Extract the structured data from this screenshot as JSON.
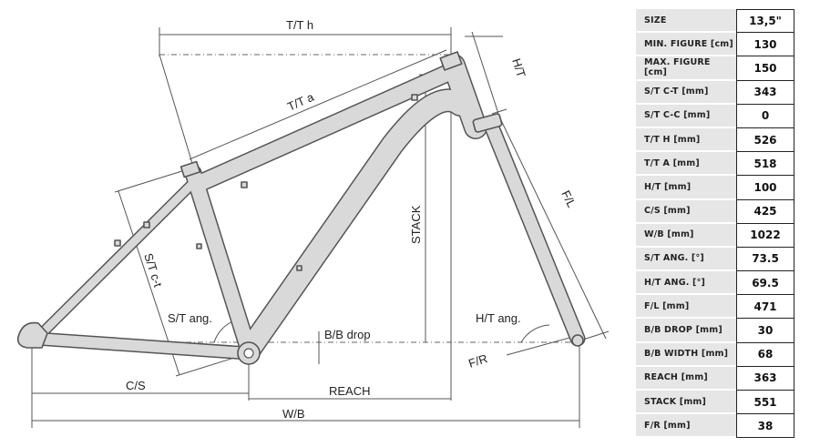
{
  "diagram": {
    "labels": {
      "tt_h": "T/T h",
      "tt_a": "T/T a",
      "ht": "H/T",
      "fl": "F/L",
      "stack": "STACK",
      "st_ct": "S/T c-t",
      "st_ang": "S/T ang.",
      "bb_drop": "B/B drop",
      "ht_ang": "H/T ang.",
      "fr": "F/R",
      "cs": "C/S",
      "reach": "REACH",
      "wb": "W/B"
    }
  },
  "geometry_table": {
    "rows": [
      {
        "label": "SIZE",
        "value": "13,5\""
      },
      {
        "label": "MIN. FIGURE [cm]",
        "value": "130"
      },
      {
        "label": "MAX. FIGURE [cm]",
        "value": "150"
      },
      {
        "label": "S/T C-T [mm]",
        "value": "343"
      },
      {
        "label": "S/T C-C [mm]",
        "value": "0"
      },
      {
        "label": "T/T H [mm]",
        "value": "526"
      },
      {
        "label": "T/T A [mm]",
        "value": "518"
      },
      {
        "label": "H/T [mm]",
        "value": "100"
      },
      {
        "label": "C/S [mm]",
        "value": "425"
      },
      {
        "label": "W/B [mm]",
        "value": "1022"
      },
      {
        "label": "S/T ANG. [°]",
        "value": "73.5"
      },
      {
        "label": "H/T ANG. [°]",
        "value": "69.5"
      },
      {
        "label": "F/L [mm]",
        "value": "471"
      },
      {
        "label": "B/B DROP [mm]",
        "value": "30"
      },
      {
        "label": "B/B WIDTH [mm]",
        "value": "68"
      },
      {
        "label": "REACH [mm]",
        "value": "363"
      },
      {
        "label": "STACK [mm]",
        "value": "551"
      },
      {
        "label": "F/R [mm]",
        "value": "38"
      }
    ]
  }
}
